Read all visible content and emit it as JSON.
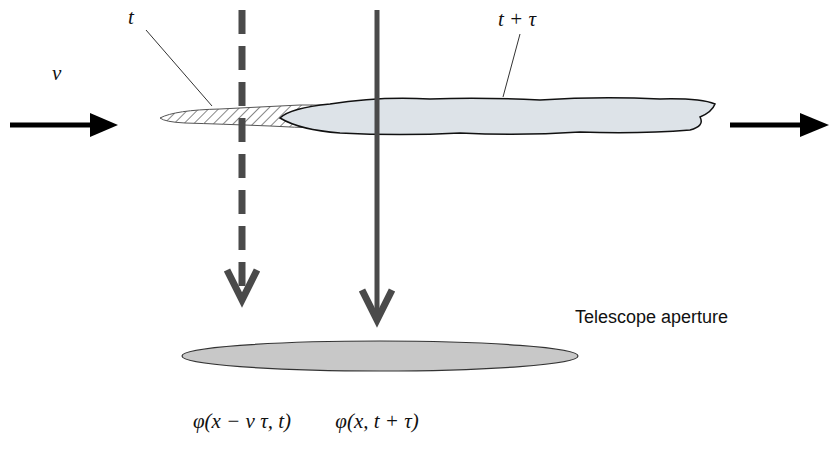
{
  "diagram": {
    "labels": [
      "t",
      "t + τ",
      "v",
      "Telescope aperture",
      "φ(x − v τ, t)",
      "φ(x, t + τ)"
    ]
  }
}
